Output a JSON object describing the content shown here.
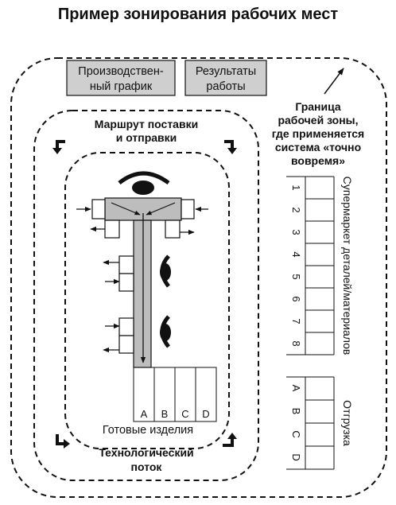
{
  "title": "Пример зонирования рабочих мест",
  "production_schedule": {
    "line1": "Производствен-",
    "line2": "ный график"
  },
  "work_results": {
    "line1": "Результаты",
    "line2": "работы"
  },
  "zone_boundary": {
    "line1": "Граница",
    "line2": "рабочей зоны,",
    "line3": "где применяется",
    "line4": "система «точно",
    "line5": "вовремя»"
  },
  "delivery_route": {
    "line1": "Маршрут поставки",
    "line2": "и отправки"
  },
  "tech_flow": {
    "line1": "Технологический",
    "line2": "поток"
  },
  "finished_goods": {
    "label": "Готовые изделия",
    "bins": [
      "A",
      "B",
      "C",
      "D"
    ]
  },
  "supermarket": {
    "label": "Супермаркет деталей/материалов",
    "cells": [
      "1",
      "2",
      "3",
      "4",
      "5",
      "6",
      "7",
      "8"
    ]
  },
  "shipping": {
    "label": "Отгрузка",
    "cells": [
      "A",
      "B",
      "C",
      "D"
    ]
  },
  "icons": [
    "operator-eye-icon",
    "worker-head-icon",
    "turn-arrow-icon"
  ]
}
